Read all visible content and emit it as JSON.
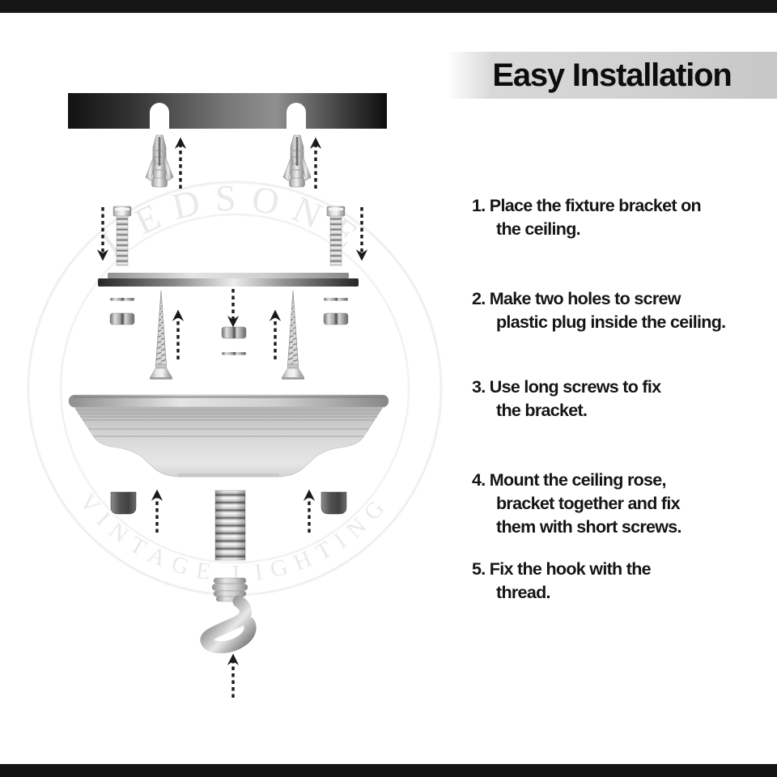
{
  "header": {
    "title": "Easy Installation"
  },
  "steps": [
    {
      "lines": [
        "1. Place the fixture bracket on",
        "the ceiling."
      ]
    },
    {
      "lines": [
        "2. Make two holes to screw",
        "plastic plug inside the ceiling."
      ]
    },
    {
      "lines": [
        "3. Use long screws to fix",
        "the bracket."
      ]
    },
    {
      "lines": [
        "4. Mount the ceiling rose,",
        "bracket together and fix",
        "them with short screws."
      ]
    },
    {
      "lines": [
        "5. Fix the hook with the",
        "thread."
      ]
    }
  ],
  "watermark": {
    "arc_top": "LEDSONE",
    "arc_bottom": "VINTAGE LIGHTING"
  },
  "diagram": {
    "parts": [
      "ceiling-bracket",
      "keyhole-slots",
      "wall-plug-left",
      "wall-plug-right",
      "machine-screw-left",
      "machine-screw-right",
      "mounting-strip",
      "barrel-nut-left",
      "barrel-nut-right",
      "threaded-nipple",
      "long-screw-left",
      "long-screw-right",
      "ceiling-rose",
      "short-screw-left",
      "short-screw-right",
      "threaded-rod",
      "ceiling-hook",
      "direction-arrows"
    ]
  },
  "colors": {
    "frame_black": "#151515",
    "banner_gray": "#cfcfcf",
    "step_text": "#151515",
    "watermark_gray": "#ebebeb"
  }
}
